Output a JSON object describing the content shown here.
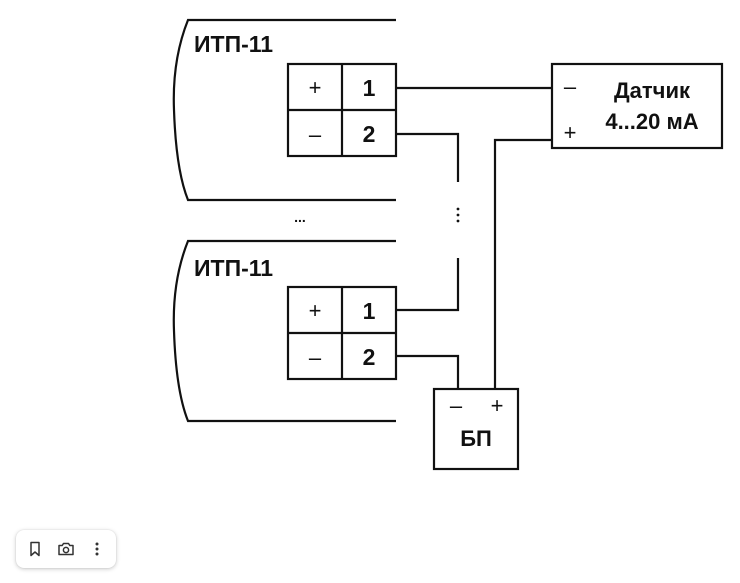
{
  "modules": [
    {
      "title": "ИТП-11",
      "terminals": [
        {
          "polarity": "+",
          "number": "1"
        },
        {
          "polarity": "–",
          "number": "2"
        }
      ]
    },
    {
      "title": "ИТП-11",
      "terminals": [
        {
          "polarity": "+",
          "number": "1"
        },
        {
          "polarity": "–",
          "number": "2"
        }
      ]
    }
  ],
  "ellipsis_between_modules": "...",
  "sensor": {
    "line1": "Датчик",
    "line2": "4...20 мА",
    "minus": "–",
    "plus": "+"
  },
  "power_supply": {
    "label": "БП",
    "minus": "–",
    "plus": "+"
  },
  "toolbar": {
    "icons": [
      "bookmark-icon",
      "camera-icon",
      "more-vertical-icon"
    ]
  }
}
